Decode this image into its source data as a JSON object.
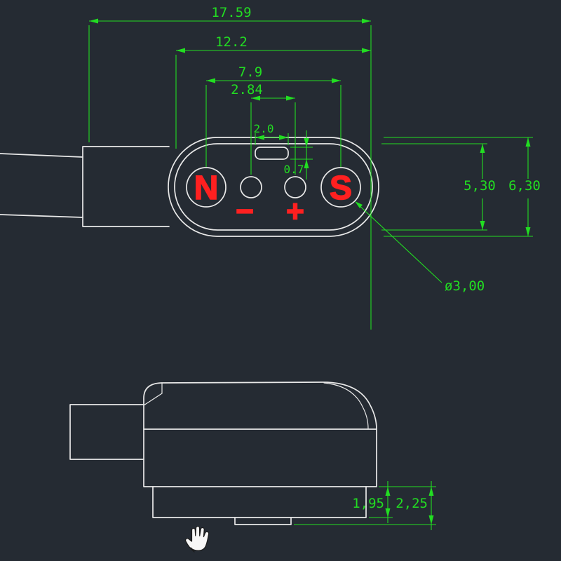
{
  "drawing": {
    "colors": {
      "background": "#252b33",
      "geometry": "#e9e9e9",
      "dimension": "#22dd22",
      "label": "#ff2020"
    },
    "top_view": {
      "pole_labels": {
        "north": "N",
        "south": "S"
      },
      "polarity_labels": {
        "minus": "−",
        "plus": "+"
      },
      "dimensions": {
        "overall_width": "17.59",
        "body_width": "12.2",
        "pole_spacing": "7.9",
        "pin_spacing": "2.84",
        "slot_width": "2.0",
        "slot_height": "0.7",
        "inner_height": "5,30",
        "outer_height": "6,30",
        "pole_diameter": "ø3,00"
      }
    },
    "side_view": {
      "dimensions": {
        "lip_height": "1,95",
        "base_height": "2,25"
      }
    },
    "cursor": {
      "icon": "hand"
    }
  }
}
